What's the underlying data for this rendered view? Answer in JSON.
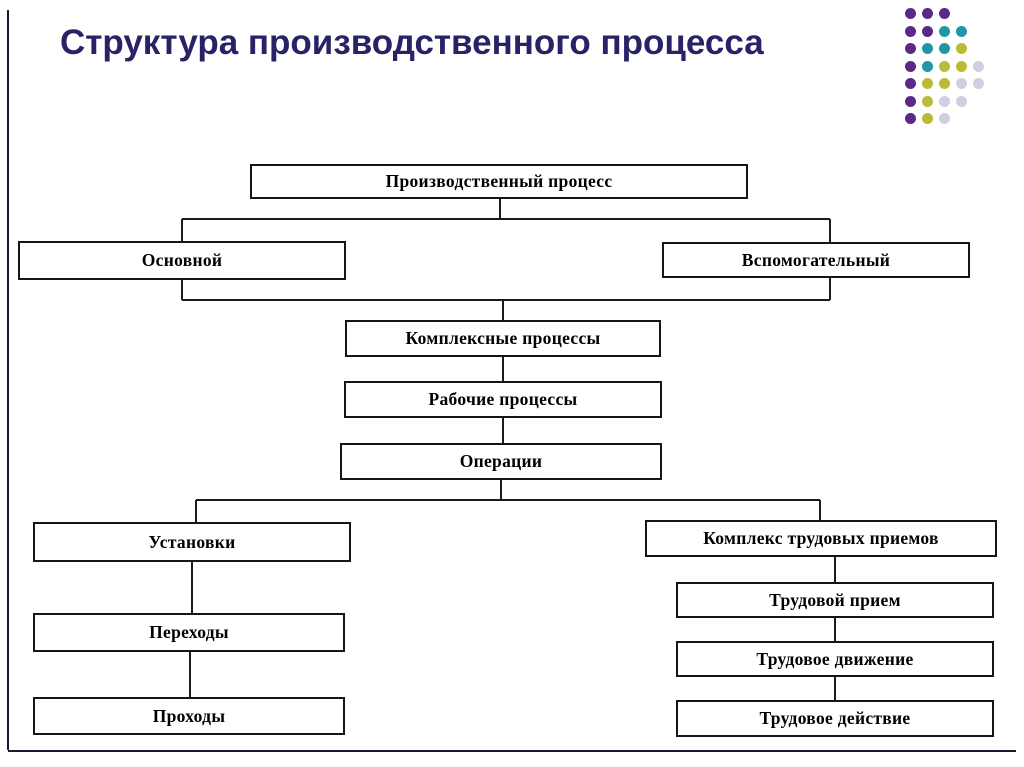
{
  "slide": {
    "title": "Структура производственного процесса",
    "title_color": "#272366",
    "background_color": "#ffffff",
    "border_color": "#1a1a33"
  },
  "diagram": {
    "nodes": {
      "production_process": {
        "label": "Производственный процесс"
      },
      "main": {
        "label": "Основной"
      },
      "auxiliary": {
        "label": "Вспомогательный"
      },
      "complex_processes": {
        "label": "Комплексные процессы"
      },
      "working_processes": {
        "label": "Рабочие процессы"
      },
      "operations": {
        "label": "Операции"
      },
      "setups": {
        "label": "Установки"
      },
      "labor_techniques_complex": {
        "label": "Комплекс трудовых приемов"
      },
      "transitions": {
        "label": "Переходы"
      },
      "passes": {
        "label": "Проходы"
      },
      "labor_technique": {
        "label": "Трудовой прием"
      },
      "labor_movement": {
        "label": "Трудовое движение"
      },
      "labor_action": {
        "label": "Трудовое действие"
      }
    },
    "edges": [
      [
        "production_process",
        "main"
      ],
      [
        "production_process",
        "auxiliary"
      ],
      [
        "main",
        "complex_processes"
      ],
      [
        "auxiliary",
        "complex_processes"
      ],
      [
        "complex_processes",
        "working_processes"
      ],
      [
        "working_processes",
        "operations"
      ],
      [
        "operations",
        "setups"
      ],
      [
        "operations",
        "labor_techniques_complex"
      ],
      [
        "setups",
        "transitions"
      ],
      [
        "transitions",
        "passes"
      ],
      [
        "labor_techniques_complex",
        "labor_technique"
      ],
      [
        "labor_technique",
        "labor_movement"
      ],
      [
        "labor_movement",
        "labor_action"
      ]
    ],
    "node_border_color": "#161616",
    "connector_color": "#1b1b1b"
  },
  "decoration": {
    "dots": {
      "colors": {
        "P": "#5b2a86",
        "T": "#2097a3",
        "Y": "#b9bc34",
        "L": "#cfcfe3"
      },
      "pattern": [
        "PPP..",
        "PPTT.",
        "PTTY.",
        "PTYYL",
        "PYYLL",
        "PYLL.",
        "PYL.."
      ]
    }
  }
}
